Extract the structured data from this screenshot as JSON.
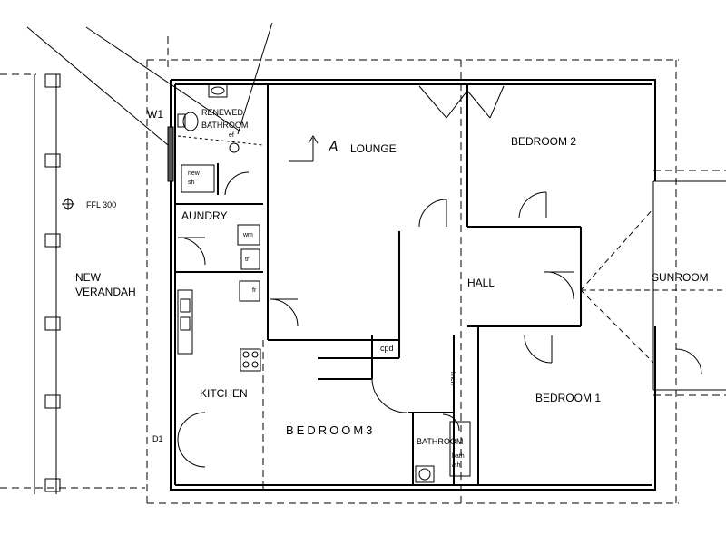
{
  "floor_plan": {
    "rooms": {
      "lounge": "LOUNGE",
      "bedroom2": "BEDROOM 2",
      "bedroom1": "BEDROOM 1",
      "bedroom3": "BEDROOM3",
      "hall": "HALL",
      "sunroom": "SUNROOM",
      "kitchen": "KITCHEN",
      "laundry": "AUNDRY",
      "bathroom_renewed_1": "RENEWED",
      "bathroom_renewed_2": "BATHROOM",
      "bathroom_small": "BATHROOM",
      "new_verandah_1": "NEW",
      "new_verandah_2": "VERANDAH"
    },
    "fixtures": {
      "new_shower_1": "new",
      "new_shower_2": "sh",
      "washing_machine": "wm",
      "tub": "tr",
      "fridge": "fr",
      "cupboard": "cpd",
      "linen": "linen",
      "bath_1": "bath",
      "bath_2": "/sh"
    },
    "markers": {
      "level": "FFL 300",
      "window": "W1",
      "door": "D1",
      "north": "A",
      "exhaust": "ef"
    }
  }
}
